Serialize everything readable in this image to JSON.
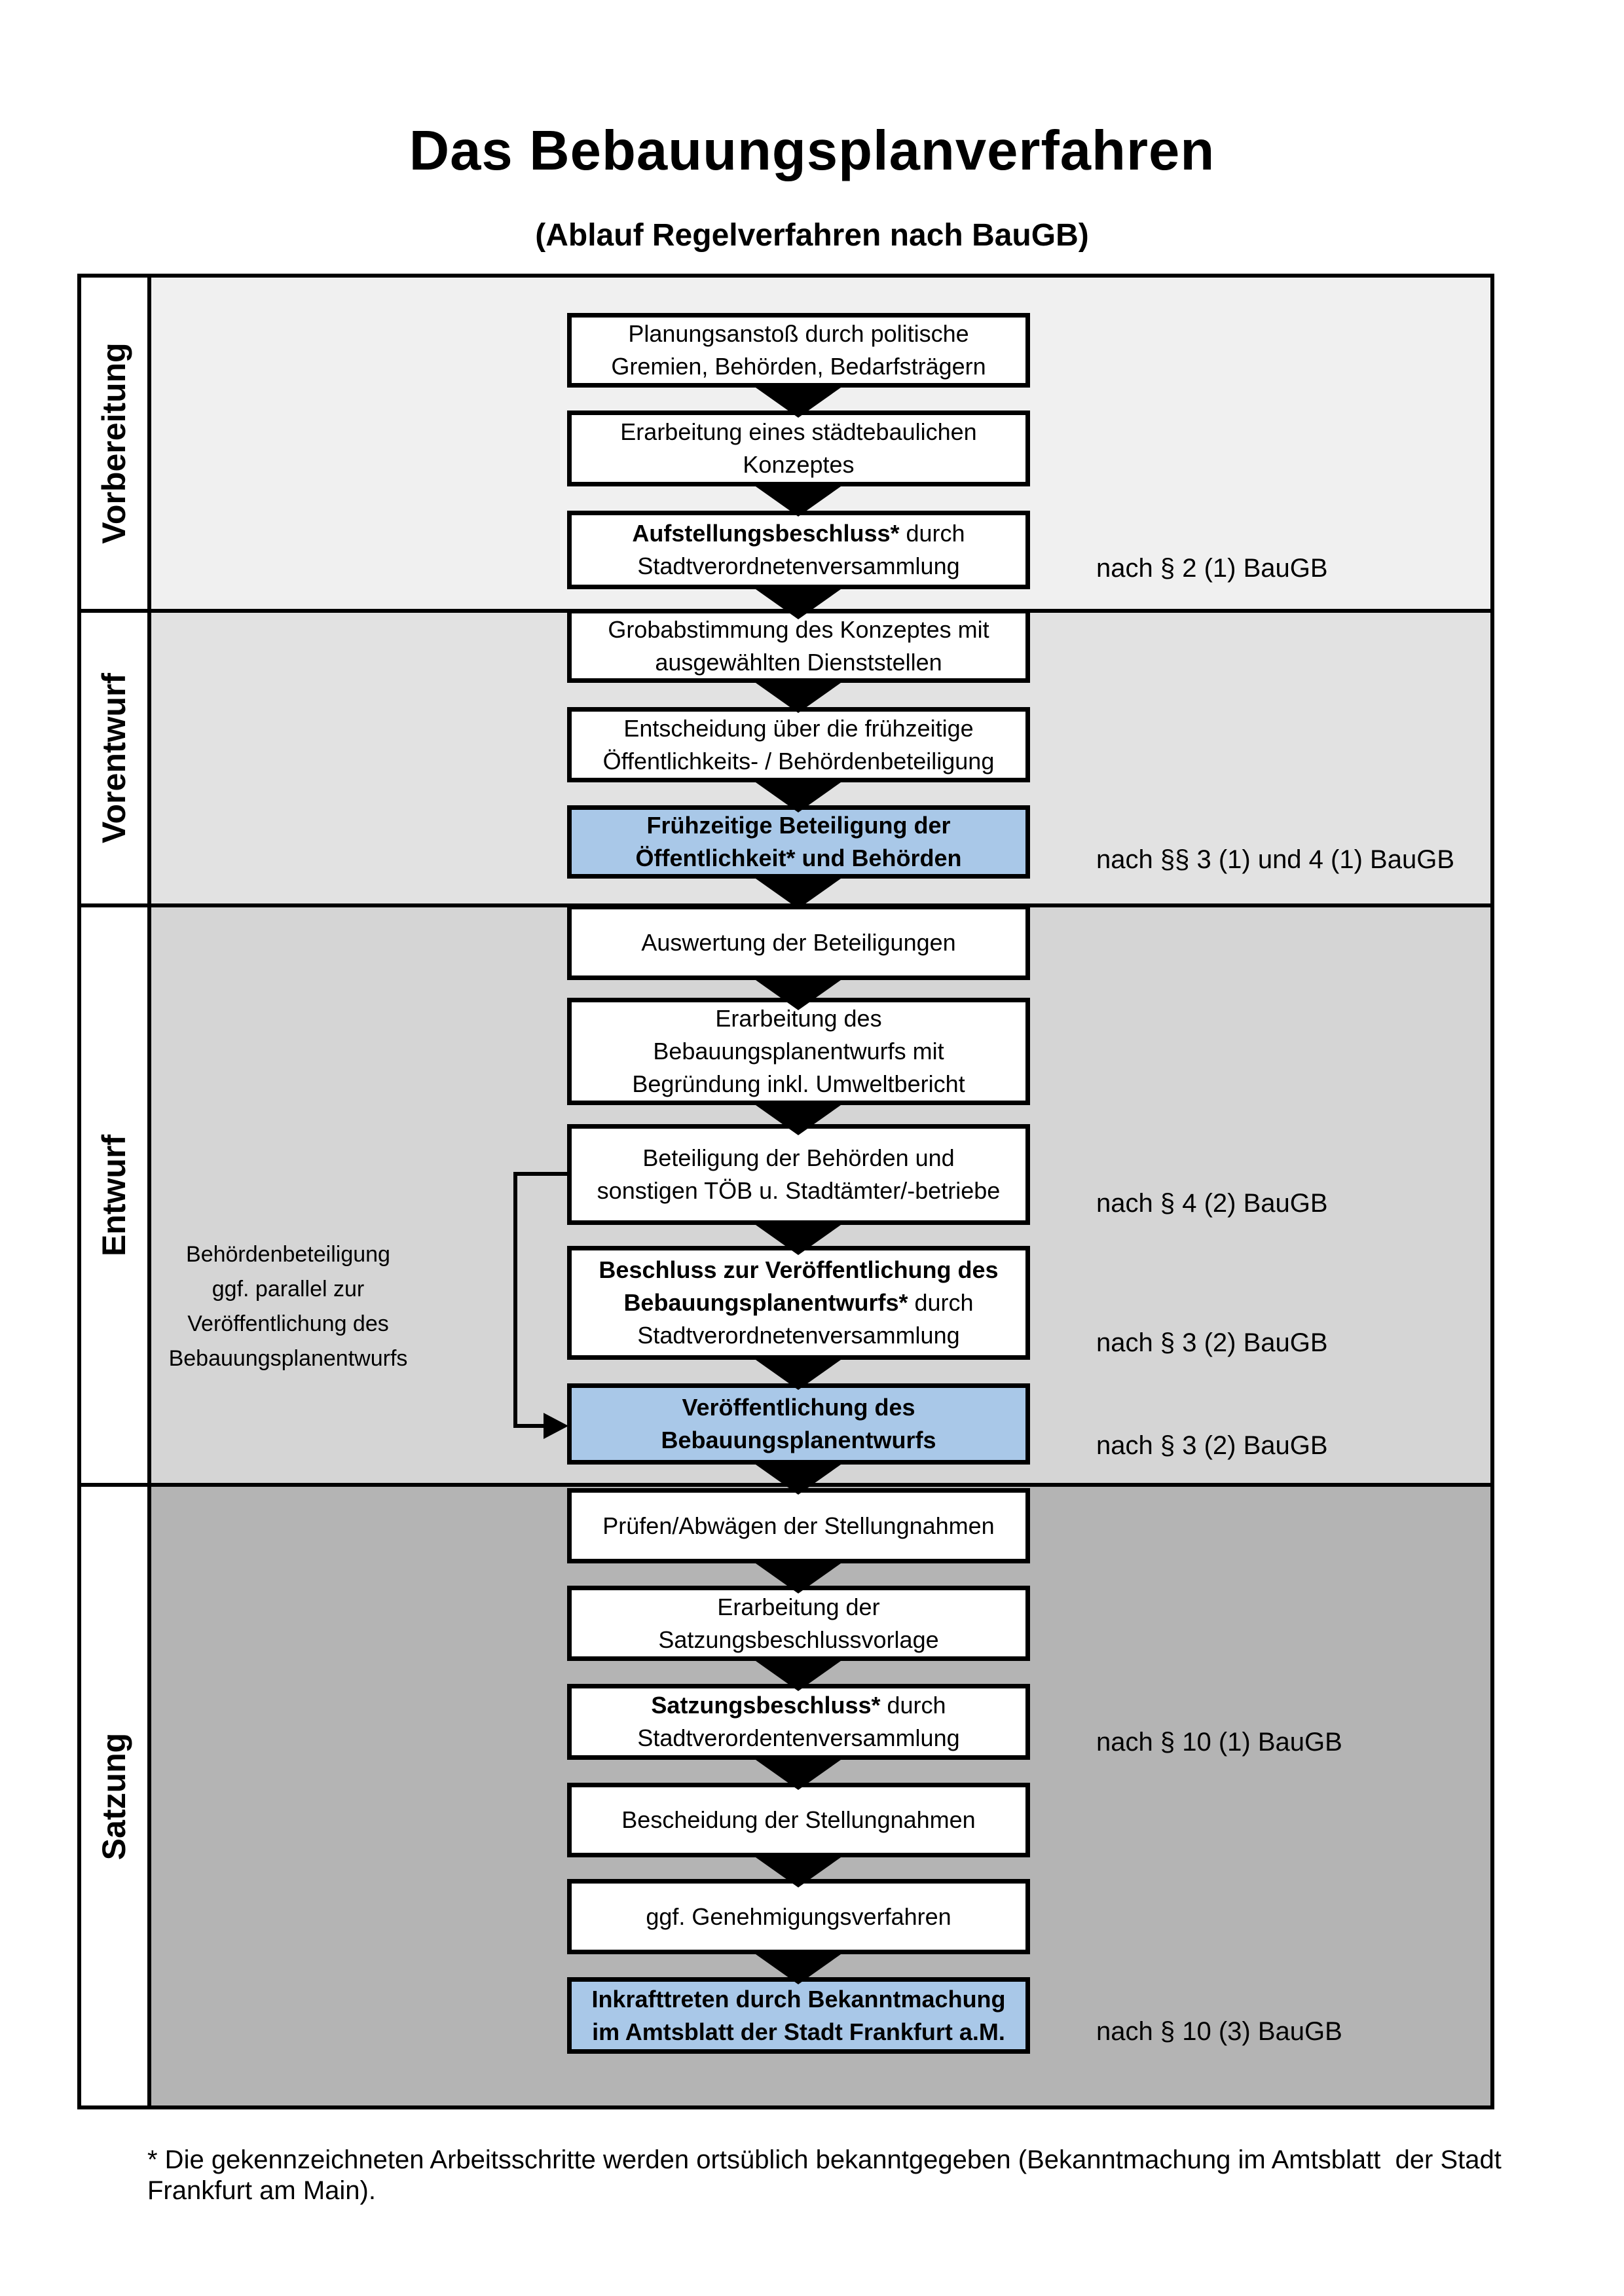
{
  "title": "Das Bebauungsplanverfahren",
  "subtitle": "(Ablauf Regelverfahren nach BauGB)",
  "colors": {
    "highlight_blue": "#a9c8e8",
    "phase_backgrounds": [
      "#f0f0f0",
      "#e2e2e2",
      "#d5d5d5",
      "#b4b4b4"
    ],
    "box_border": "#000000"
  },
  "phases": [
    {
      "label": "Vorbereitung"
    },
    {
      "label": "Vorentwurf"
    },
    {
      "label": "Entwurf"
    },
    {
      "label": "Satzung"
    }
  ],
  "steps": [
    {
      "text": "Planungsanstoß durch politische\nGremien, Behörden, Bedarfsträgern"
    },
    {
      "text": "Erarbeitung eines städtebaulichen\nKonzeptes"
    },
    {
      "bold": "Aufstellungsbeschluss*",
      "rest": " durch\nStadtverordnetenversammlung"
    },
    {
      "text": "Grobabstimmung des Konzeptes mit\nausgewählten Dienststellen"
    },
    {
      "text": "Entscheidung über die frühzeitige\nÖffentlichkeits- / Behördenbeteiligung"
    },
    {
      "text": "Frühzeitige Beteiligung der\nÖffentlichkeit* und Behörden"
    },
    {
      "text": "Auswertung der Beteiligungen"
    },
    {
      "text": "Erarbeitung des\nBebauungsplanentwurfs mit\nBegründung inkl. Umweltbericht"
    },
    {
      "text": "Beteiligung der Behörden und\nsonstigen TÖB u. Stadtämter/-betriebe"
    },
    {
      "bold": "Beschluss zur Veröffentlichung des\nBebauungsplanentwurfs*",
      "rest": " durch\nStadtverordnetenversammlung"
    },
    {
      "text": "Veröffentlichung des\nBebauungsplanentwurfs"
    },
    {
      "text": "Prüfen/Abwägen der Stellungnahmen"
    },
    {
      "text": "Erarbeitung der\nSatzungsbeschlussvorlage"
    },
    {
      "bold": "Satzungsbeschluss*",
      "rest": " durch\nStadtverordentenversammlung"
    },
    {
      "text": "Bescheidung der Stellungnahmen"
    },
    {
      "text": "ggf. Genehmigungsverfahren"
    },
    {
      "bold": "Inkrafttreten",
      "rest": " durch Bekanntmachung\nim Amtsblatt der Stadt Frankfurt a.M."
    }
  ],
  "law_refs": [
    {
      "text": "nach § 2 (1) BauGB"
    },
    {
      "text": "nach §§ 3 (1) und 4 (1) BauGB"
    },
    {
      "text": "nach § 4 (2) BauGB"
    },
    {
      "text": "nach § 3 (2) BauGB"
    },
    {
      "text": "nach § 3 (2) BauGB"
    },
    {
      "text": "nach § 10 (1) BauGB"
    },
    {
      "text": "nach § 10 (3) BauGB"
    }
  ],
  "side_note": "Behördenbeteiligung\nggf. parallel zur\nVeröffentlichung des\nBebauungsplanentwurfs",
  "footnote": "* Die gekennzeichneten Arbeitsschritte werden ortsüblich bekanntgegeben (Bekanntmachung im Amtsblatt  der Stadt\nFrankfurt am Main)."
}
